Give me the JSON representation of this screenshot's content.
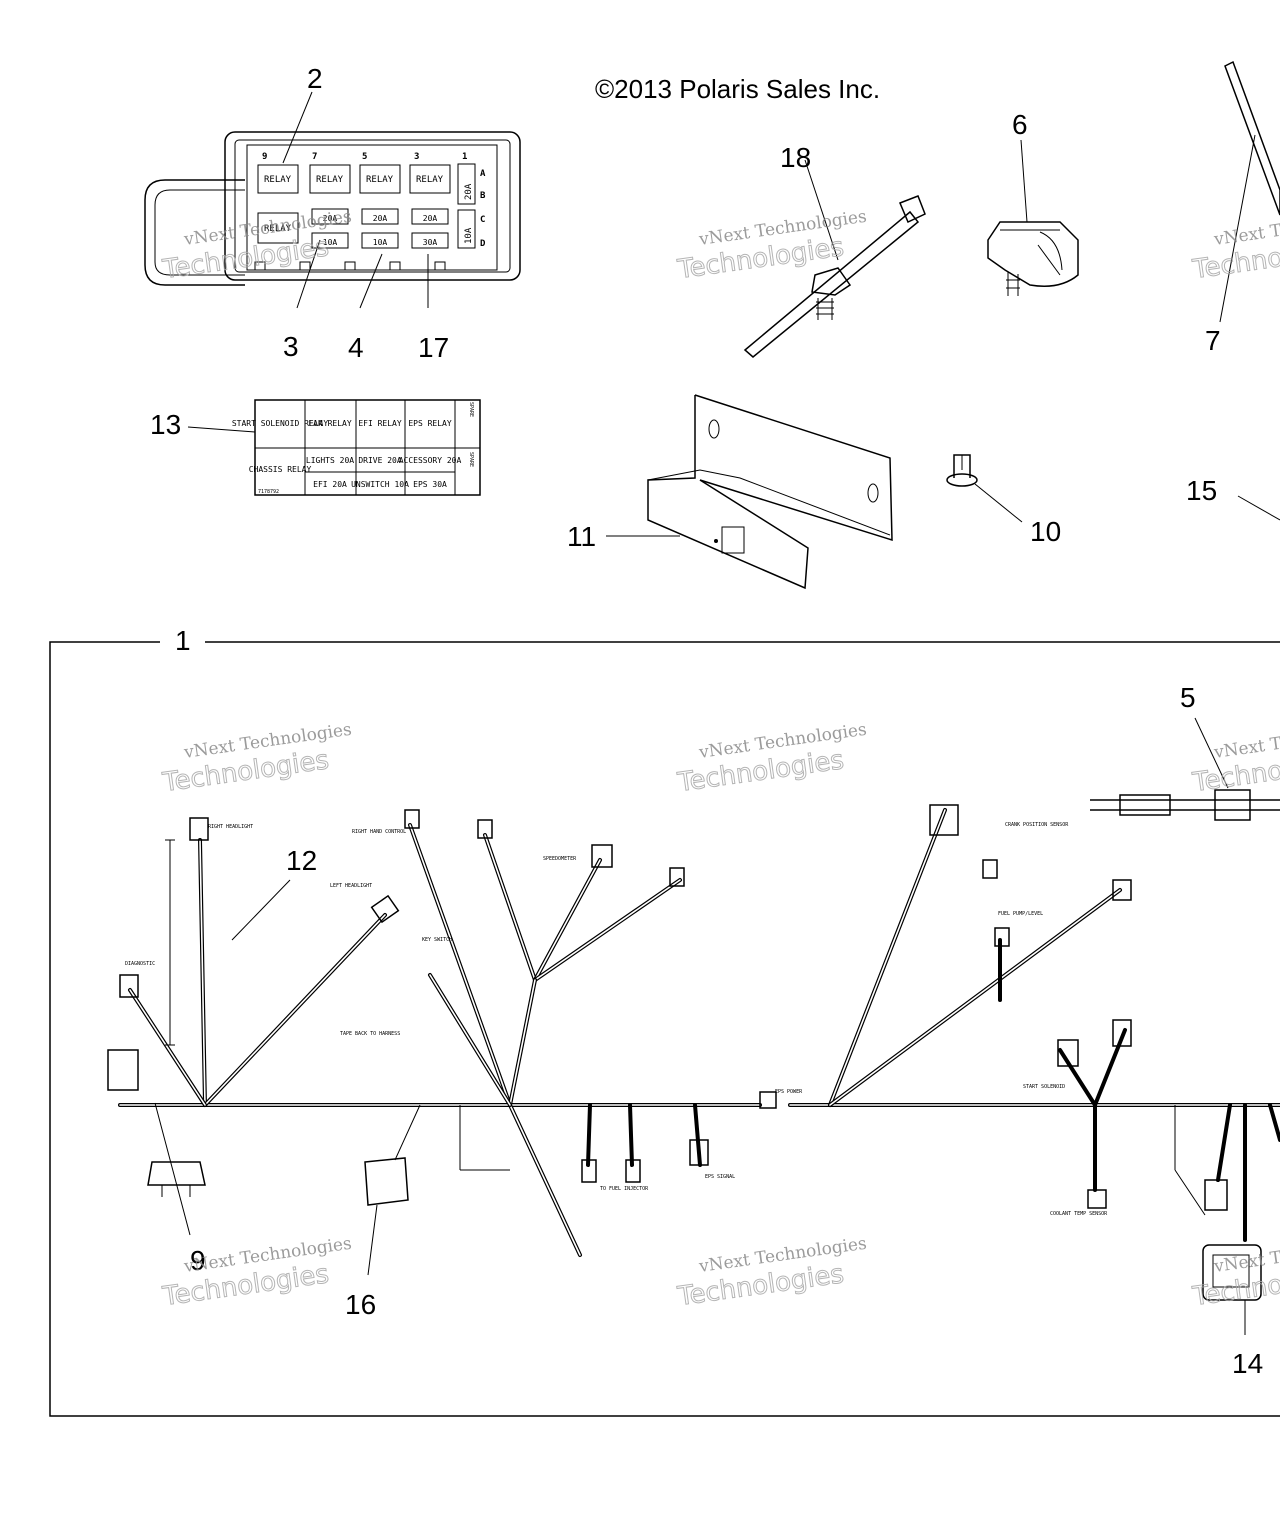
{
  "copyright": "©2013 Polaris Sales Inc.",
  "watermark": {
    "line1": "vNext Technologies",
    "line2": "Technologies"
  },
  "callouts": {
    "c1": "1",
    "c2": "2",
    "c3": "3",
    "c4": "4",
    "c5": "5",
    "c6": "6",
    "c7": "7",
    "c9": "9",
    "c10": "10",
    "c11": "11",
    "c12": "12",
    "c13": "13",
    "c14": "14",
    "c15": "15",
    "c16": "16",
    "c17": "17",
    "c18": "18"
  },
  "fuse_box": {
    "positions": [
      "9",
      "7",
      "5",
      "3",
      "1"
    ],
    "rows": [
      "A",
      "B",
      "C",
      "D"
    ],
    "relay_label": "RELAY",
    "fuses_row_c": [
      "20A",
      "20A",
      "20A"
    ],
    "fuses_row_d": [
      "10A",
      "10A",
      "30A"
    ],
    "side_fuses": [
      "20A",
      "10A"
    ]
  },
  "fuse_label": {
    "relays": [
      "START SOLENOID RELAY",
      "FAN RELAY",
      "EFI RELAY",
      "EPS RELAY",
      "SPARE"
    ],
    "chassis_relay": "CHASSIS RELAY",
    "fuses_top": [
      "LIGHTS 20A",
      "DRIVE 20A",
      "ACCESSORY 20A"
    ],
    "fuses_bottom": [
      "EFI 20A",
      "UNSWITCH 10A",
      "EPS 30A"
    ],
    "spare": "SPARE",
    "part_no": "7178792"
  },
  "harness_labels": [
    "RIGHT HEADLIGHT",
    "DIAGNOSTIC",
    "LEFT HEADLIGHT",
    "RIGHT HAND CONTROL",
    "KEY SWITCH",
    "SPEEDOMETER",
    "EPS POWER",
    "FUEL PUMP/LEVEL",
    "CRANK POSITION SENSOR",
    "COOLANT TEMP SENSOR",
    "TO FUEL INJECTOR",
    "EPS SIGNAL",
    "START SOLENOID",
    "TAPE BACK TO HARNESS"
  ]
}
